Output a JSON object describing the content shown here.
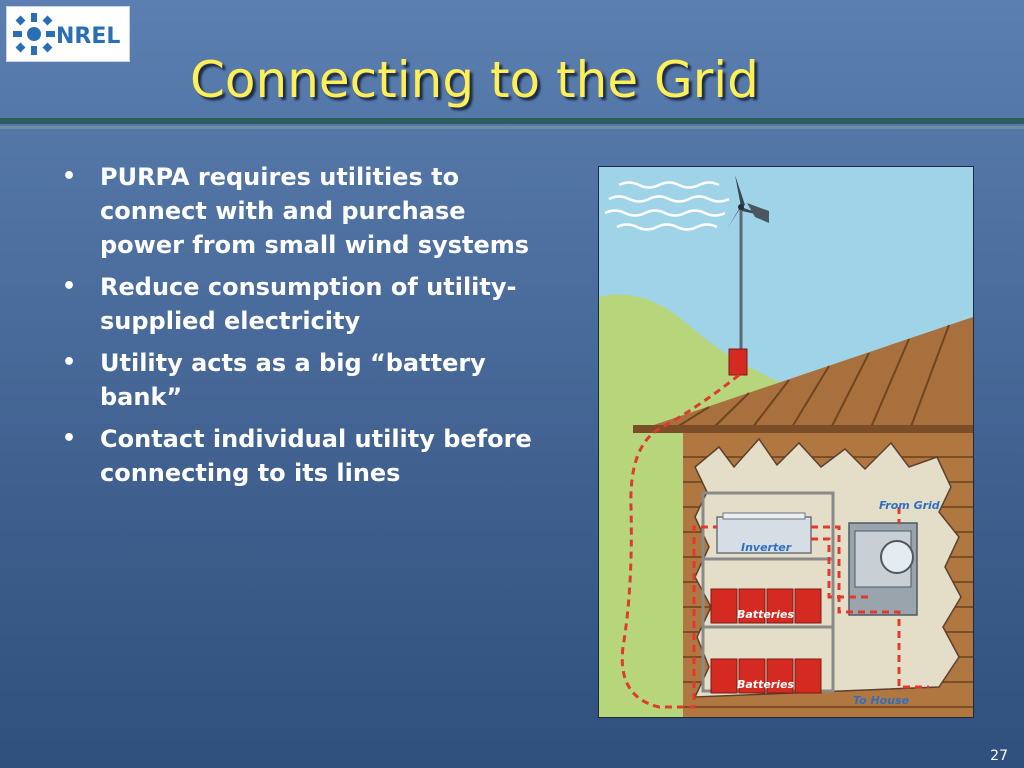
{
  "logo": {
    "text": "NREL",
    "icon": "nrel-sunburst-logo"
  },
  "slide": {
    "title": "Connecting to the Grid",
    "page_number": "27",
    "bullets": [
      "PURPA requires utilities to connect with and purchase power from small wind systems",
      "Reduce consumption of utility-supplied electricity",
      "Utility acts as a big “battery bank”",
      "Contact individual utility before connecting to its lines"
    ]
  },
  "diagram": {
    "labels": {
      "from_grid": "From Grid",
      "inverter": "Inverter",
      "batteries_top": "Batteries",
      "batteries_bottom": "Batteries",
      "to_house": "To House"
    }
  },
  "colors": {
    "title": "#ffee55",
    "label_blue": "#2f6fc0",
    "battery_red": "#d42a22",
    "wire_red": "#e03a2e",
    "wall_brown": "#a8703c"
  }
}
